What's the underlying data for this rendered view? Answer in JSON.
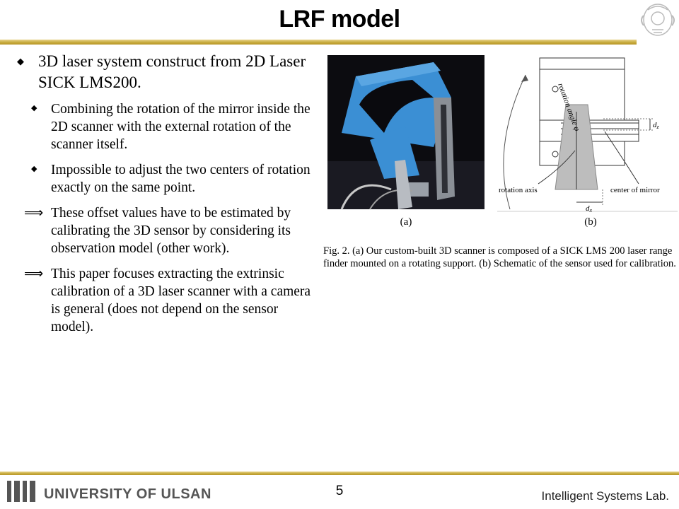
{
  "slide": {
    "title": "LRF model",
    "page_number": "5",
    "footer_left": "UNIVERSITY OF ULSAN",
    "footer_right": "Intelligent Systems Lab."
  },
  "bullets": [
    {
      "level": 1,
      "glyph": "◆",
      "text": "3D laser system construct from 2D Laser SICK LMS200."
    },
    {
      "level": 2,
      "glyph": "◆",
      "text": "Combining the rotation of the mirror inside the 2D scanner with the external rotation of the scanner itself."
    },
    {
      "level": 2,
      "glyph": "◆",
      "text": "Impossible to adjust the two centers of rotation exactly on the same point."
    },
    {
      "level": 2,
      "glyph": "⟹",
      "text": "These offset values have to be estimated by calibrating the 3D sensor by considering its observation model (other work)."
    },
    {
      "level": 2,
      "glyph": "⟹",
      "text": "This paper focuses extracting the extrinsic calibration of a 3D laser scanner with a camera is general (does not depend on the sensor model)."
    }
  ],
  "figure": {
    "label_a": "(a)",
    "label_b": "(b)",
    "rotation_angle": "rotation angle φ",
    "rotation_axis": "rotation axis",
    "center_of_mirror": "center of mirror",
    "dz": "d",
    "dz_sub": "z",
    "dx": "d",
    "dx_sub": "x",
    "caption": "Fig. 2.    (a) Our custom-built 3D scanner is composed of a SICK LMS 200 laser range finder mounted on a rotating support. (b) Schematic of the sensor used for calibration."
  },
  "colors": {
    "gold_rule": "#c5a83a",
    "scanner_blue": "#3b8fd4",
    "background_dark": "#0c0c10"
  }
}
